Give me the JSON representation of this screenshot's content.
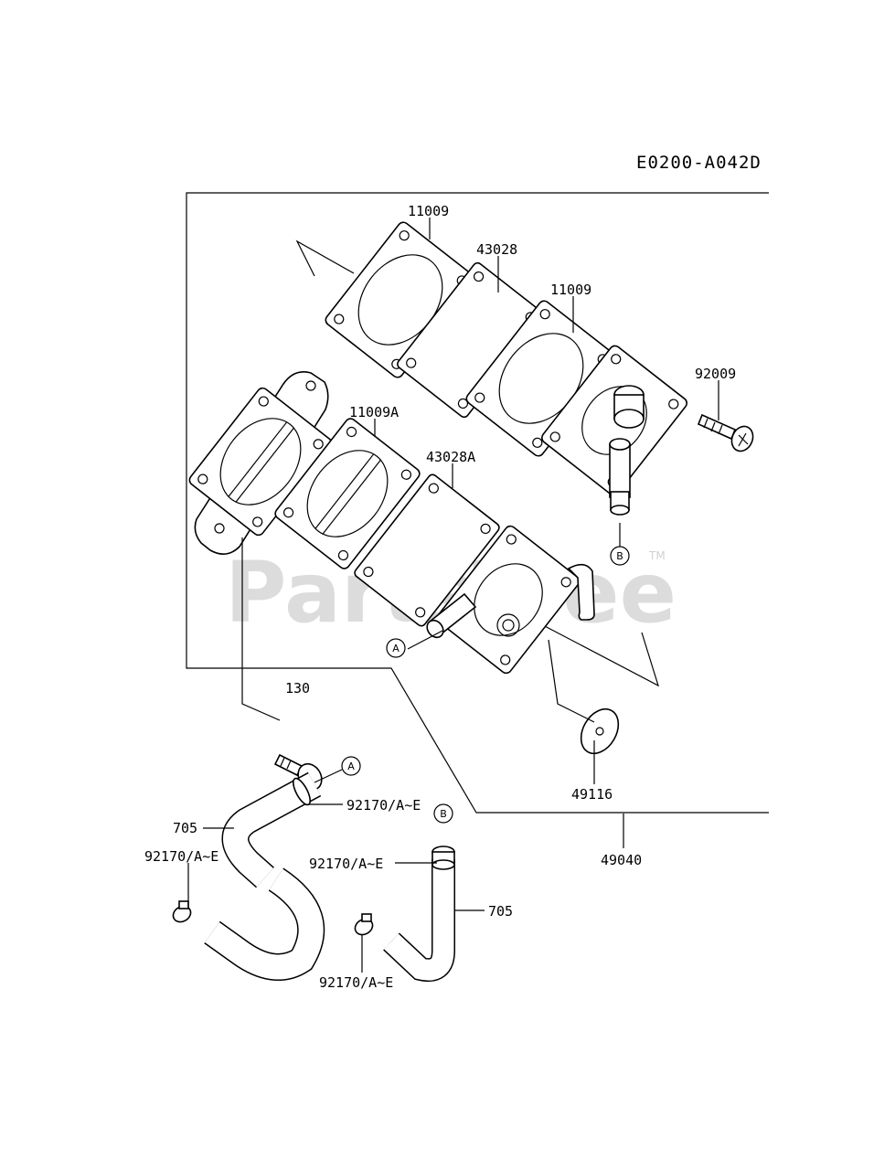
{
  "diagram_code": "E0200-A042D",
  "watermark": {
    "text": "PartsTree",
    "tm": "TM"
  },
  "parts": {
    "gasket_top": "11009",
    "diaphragm_top": "43028",
    "gasket_mid": "11009",
    "screw": "92009",
    "gasket_a": "11009A",
    "diaphragm_a": "43028A",
    "bolt": "130",
    "washer": "49116",
    "fuel_pump_assy": "49040",
    "clamp_1": "92170/A~E",
    "clamp_2": "92170/A~E",
    "clamp_3": "92170/A~E",
    "clamp_4": "92170/A~E",
    "hose_left": "705",
    "hose_right": "705"
  },
  "refs": {
    "a1": "A",
    "a2": "A",
    "b1": "B",
    "b2": "B"
  }
}
